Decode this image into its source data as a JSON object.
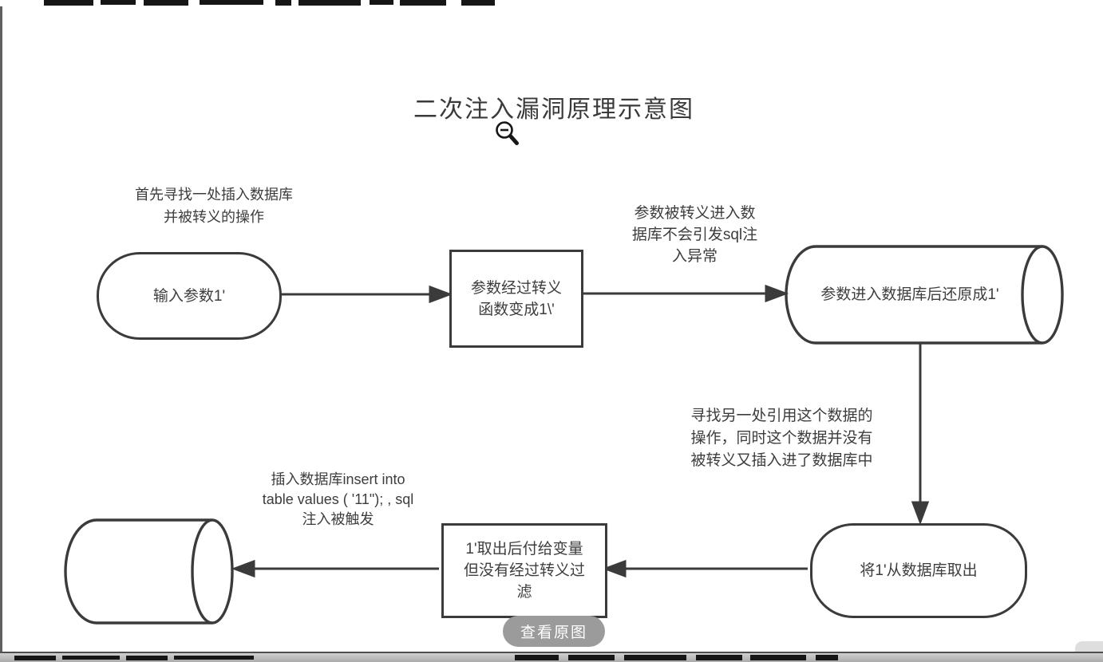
{
  "overlay": {
    "title": "二次注入漏洞原理示意图",
    "view_original_label": "查看原图"
  },
  "diagram": {
    "nodes": {
      "input": {
        "label": "输入参数1'"
      },
      "escape_fn": {
        "label": "参数经过转义\n函数变成1\\'"
      },
      "db_restored": {
        "label": "参数进入数据库后还原成1'"
      },
      "fetch": {
        "label": "将1'从数据库取出"
      },
      "assign": {
        "label": "1'取出后付给变量\n但没有经过转义过\n滤"
      }
    },
    "annotations": {
      "step1": "首先寻找一处插入数据库\n并被转义的操作",
      "step2": "参数被转义进入数\n据库不会引发sql注\n入异常",
      "step3": "寻找另一处引用这个数据的\n操作，同时这个数据并没有\n被转义又插入进了数据库中",
      "step4": "插入数据库insert into\ntable values ( '11\"); , sql\n注入被触发"
    },
    "icons": {
      "cursor": "zoom-out-magnifier"
    },
    "colors": {
      "stroke": "#3b3b3b",
      "text": "#3d3d3d",
      "button_bg": "#9b9b9b"
    }
  }
}
